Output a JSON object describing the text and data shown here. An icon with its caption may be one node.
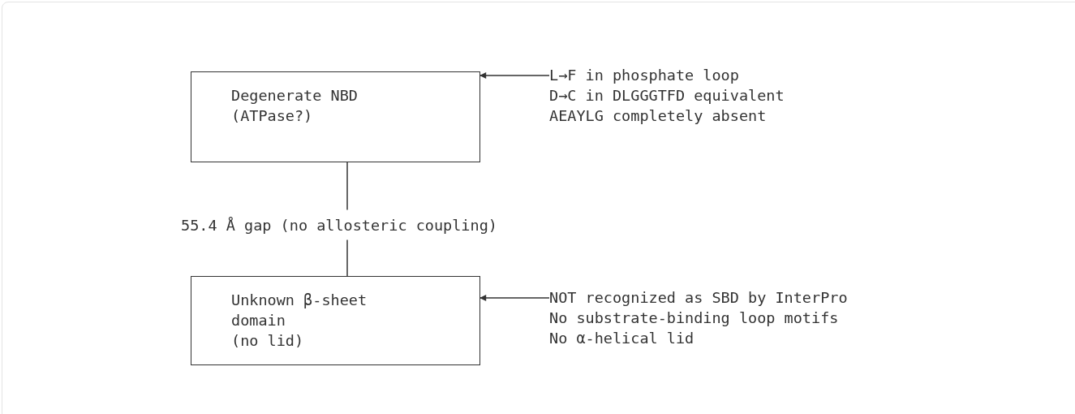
{
  "diagram": {
    "nodes": [
      {
        "text": [
          "Degenerate NBD (ATPase?)"
        ]
      },
      {
        "text": [
          "L→F in phosphate loop",
          "D→C in DLGGGTFD equivalent",
          "AEAYLG completely absent"
        ]
      },
      {
        "text": [
          "Unknown β-sheet domain",
          "(no lid)"
        ]
      },
      {
        "text": [
          "NOT recognized as SBD by InterPro",
          "No substrate-binding loop motifs",
          "No α-helical lid"
        ]
      }
    ],
    "edges": [
      {
        "from": 1,
        "to": 0,
        "arrow": "to"
      },
      {
        "from": 0,
        "to": 2,
        "arrow": "none",
        "label": "55.4 Å gap (no allosteric coupling)"
      },
      {
        "from": 3,
        "to": 2,
        "arrow": "to"
      }
    ]
  }
}
